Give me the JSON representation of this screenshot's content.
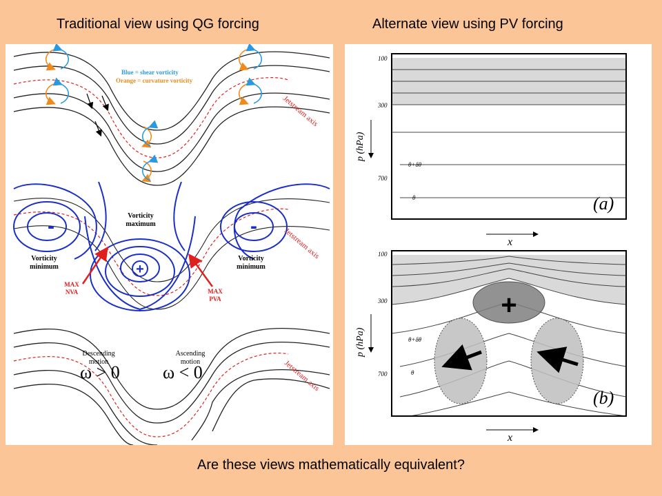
{
  "slide": {
    "title_left": "Traditional view using QG forcing",
    "title_right": "Alternate view using PV forcing",
    "question": "Are these views mathematically equivalent?"
  },
  "qg_panel": {
    "legend_blue": "Blue = shear vorticity",
    "legend_orange": "Orange = curvature vorticity",
    "jet_label": "Jetstream axis",
    "vort_max_line1": "Vorticity",
    "vort_max_line2": "maximum",
    "vort_min_line1": "Vorticity",
    "vort_min_line2": "minimum",
    "minus_sign": "-",
    "plus_sign": "+",
    "max_nva_line1": "MAX",
    "max_nva_line2": "NVA",
    "max_pva_line1": "MAX",
    "max_pva_line2": "PVA",
    "desc_line1": "Descending",
    "desc_line2": "motion",
    "asc_line1": "Ascending",
    "asc_line2": "motion",
    "omega_pos": "ω > 0",
    "omega_neg": "ω < 0",
    "colors": {
      "blue": "#1a2fc8",
      "orange": "#f08a1c",
      "red": "#e0201e",
      "arrow_blue": "#2a9ae0"
    }
  },
  "pv_panel": {
    "p_tick_100": "100",
    "p_tick_300": "300",
    "p_tick_700": "700",
    "y_axis_label": "p (hPa)",
    "x_axis_label": "x",
    "theta_label": "θ",
    "theta_dtheta_label": "θ+δθ",
    "label_a": "(a)",
    "label_b": "(b)",
    "plus_sign": "+"
  }
}
